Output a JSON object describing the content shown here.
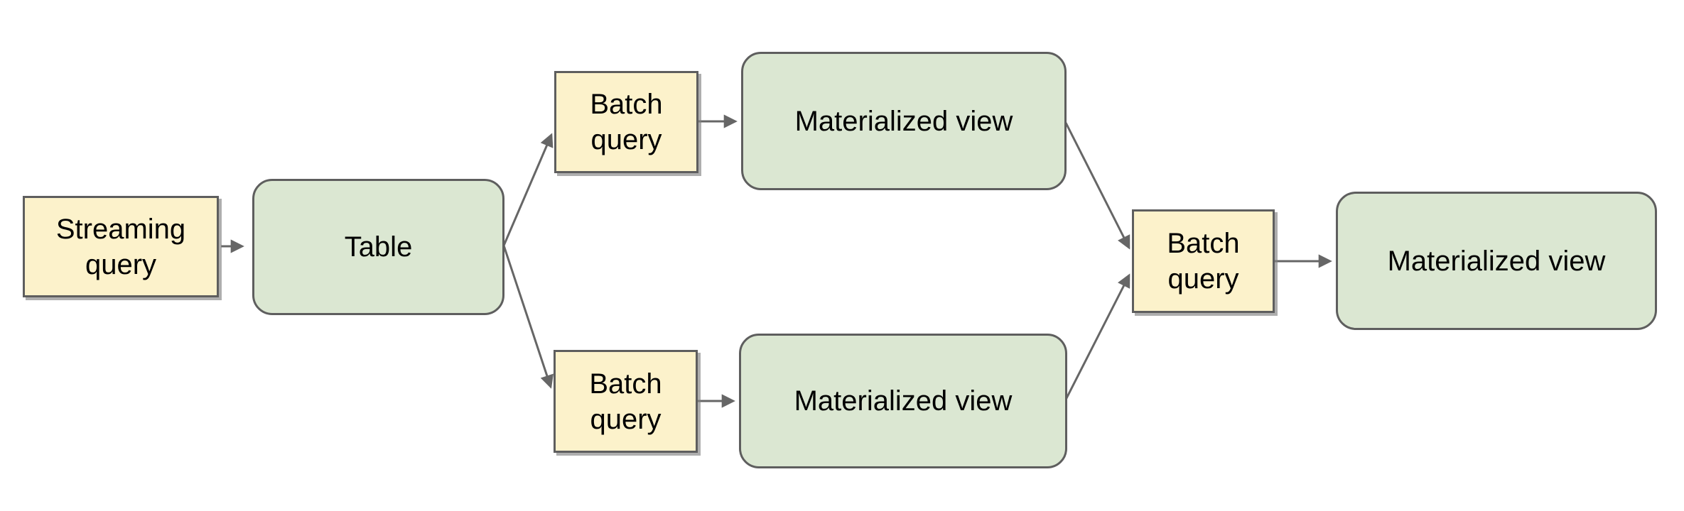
{
  "diagram": {
    "title": "",
    "nodes": [
      {
        "id": "streaming-query",
        "label": "Streaming\nquery",
        "kind": "query",
        "fill": "#fcf2cb"
      },
      {
        "id": "table",
        "label": "Table",
        "kind": "dataset",
        "fill": "#dbe7d2"
      },
      {
        "id": "batch-query-top",
        "label": "Batch\nquery",
        "kind": "query",
        "fill": "#fcf2cb"
      },
      {
        "id": "materialized-view-top",
        "label": "Materialized view",
        "kind": "dataset",
        "fill": "#dbe7d2"
      },
      {
        "id": "batch-query-bottom",
        "label": "Batch\nquery",
        "kind": "query",
        "fill": "#fcf2cb"
      },
      {
        "id": "materialized-view-bottom",
        "label": "Materialized view",
        "kind": "dataset",
        "fill": "#dbe7d2"
      },
      {
        "id": "batch-query-join",
        "label": "Batch\nquery",
        "kind": "query",
        "fill": "#fcf2cb"
      },
      {
        "id": "materialized-view-final",
        "label": "Materialized view",
        "kind": "dataset",
        "fill": "#dbe7d2"
      }
    ],
    "edges": [
      {
        "from": "streaming-query",
        "to": "table"
      },
      {
        "from": "table",
        "to": "batch-query-top"
      },
      {
        "from": "table",
        "to": "batch-query-bottom"
      },
      {
        "from": "batch-query-top",
        "to": "materialized-view-top"
      },
      {
        "from": "batch-query-bottom",
        "to": "materialized-view-bottom"
      },
      {
        "from": "materialized-view-top",
        "to": "batch-query-join"
      },
      {
        "from": "materialized-view-bottom",
        "to": "batch-query-join"
      },
      {
        "from": "batch-query-join",
        "to": "materialized-view-final"
      }
    ],
    "colors": {
      "query_fill": "#fcf2cb",
      "dataset_fill": "#dbe7d2",
      "border": "#5e5e5e",
      "arrow": "#666666",
      "text": "#000000",
      "background": "#ffffff"
    }
  }
}
